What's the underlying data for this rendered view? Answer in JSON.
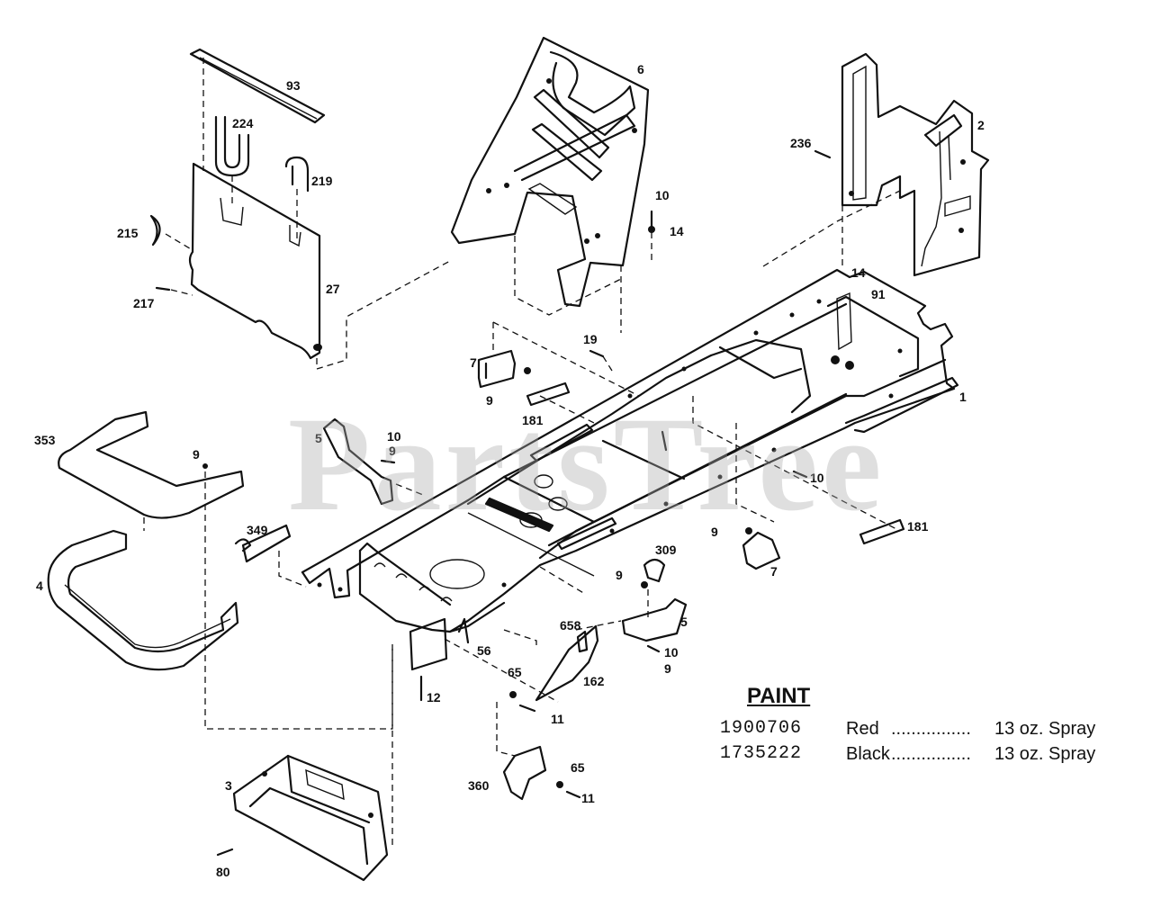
{
  "watermark": "PartsTree",
  "callouts": [
    {
      "id": "93",
      "text": "93"
    },
    {
      "id": "224",
      "text": "224"
    },
    {
      "id": "219",
      "text": "219"
    },
    {
      "id": "215",
      "text": "215"
    },
    {
      "id": "217",
      "text": "217"
    },
    {
      "id": "27",
      "text": "27"
    },
    {
      "id": "6",
      "text": "6"
    },
    {
      "id": "10a",
      "text": "10"
    },
    {
      "id": "14a",
      "text": "14"
    },
    {
      "id": "236",
      "text": "236"
    },
    {
      "id": "2",
      "text": "2"
    },
    {
      "id": "14b",
      "text": "14"
    },
    {
      "id": "91",
      "text": "91"
    },
    {
      "id": "1",
      "text": "1"
    },
    {
      "id": "7a",
      "text": "7"
    },
    {
      "id": "19",
      "text": "19"
    },
    {
      "id": "9a",
      "text": "9"
    },
    {
      "id": "181a",
      "text": "181"
    },
    {
      "id": "353",
      "text": "353"
    },
    {
      "id": "9b",
      "text": "9"
    },
    {
      "id": "5a",
      "text": "5"
    },
    {
      "id": "10b",
      "text": "10"
    },
    {
      "id": "9c",
      "text": "9"
    },
    {
      "id": "10c",
      "text": "10"
    },
    {
      "id": "181b",
      "text": "181"
    },
    {
      "id": "349",
      "text": "349"
    },
    {
      "id": "4",
      "text": "4"
    },
    {
      "id": "9d",
      "text": "9"
    },
    {
      "id": "7b",
      "text": "7"
    },
    {
      "id": "309",
      "text": "309"
    },
    {
      "id": "9e",
      "text": "9"
    },
    {
      "id": "5b",
      "text": "5"
    },
    {
      "id": "658",
      "text": "658"
    },
    {
      "id": "56",
      "text": "56"
    },
    {
      "id": "10d",
      "text": "10"
    },
    {
      "id": "9f",
      "text": "9"
    },
    {
      "id": "162",
      "text": "162"
    },
    {
      "id": "65a",
      "text": "65"
    },
    {
      "id": "12",
      "text": "12"
    },
    {
      "id": "11a",
      "text": "11"
    },
    {
      "id": "3",
      "text": "3"
    },
    {
      "id": "65b",
      "text": "65"
    },
    {
      "id": "360",
      "text": "360"
    },
    {
      "id": "11b",
      "text": "11"
    },
    {
      "id": "80",
      "text": "80"
    }
  ],
  "paint": {
    "title": "PAINT",
    "rows": [
      {
        "number": "1900706",
        "color": "Red",
        "dots": "................",
        "quantity": "13 oz. Spray"
      },
      {
        "number": "1735222",
        "color": "Black",
        "dots": "................",
        "quantity": "13 oz. Spray"
      }
    ]
  }
}
